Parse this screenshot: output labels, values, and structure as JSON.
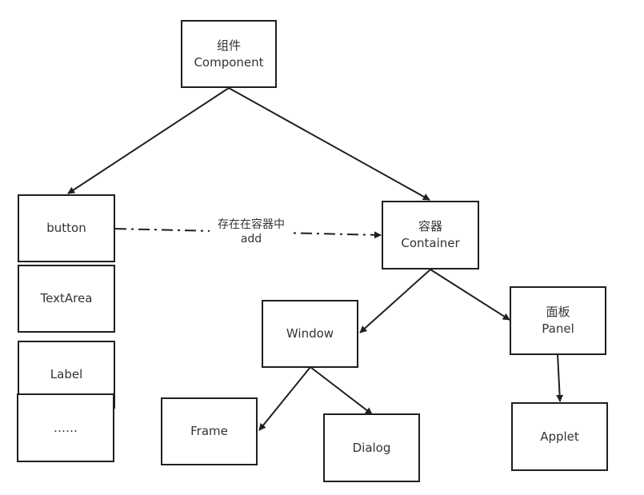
{
  "nodes": {
    "component": {
      "line1": "组件",
      "line2": "Component"
    },
    "button": {
      "label": "button"
    },
    "textarea": {
      "label": "TextArea"
    },
    "label": {
      "label": "Label"
    },
    "ellipsis": {
      "label": "……"
    },
    "container": {
      "line1": "容器",
      "line2": "Container"
    },
    "window": {
      "label": "Window"
    },
    "panel": {
      "line1": "面板",
      "line2": "Panel"
    },
    "frame": {
      "label": "Frame"
    },
    "dialog": {
      "label": "Dialog"
    },
    "applet": {
      "label": "Applet"
    }
  },
  "edge_labels": {
    "button_to_container": {
      "line1": "存在在容器中",
      "line2": "add"
    }
  },
  "colors": {
    "stroke": "#1f1f1f",
    "text": "#333333",
    "background": "#ffffff"
  }
}
